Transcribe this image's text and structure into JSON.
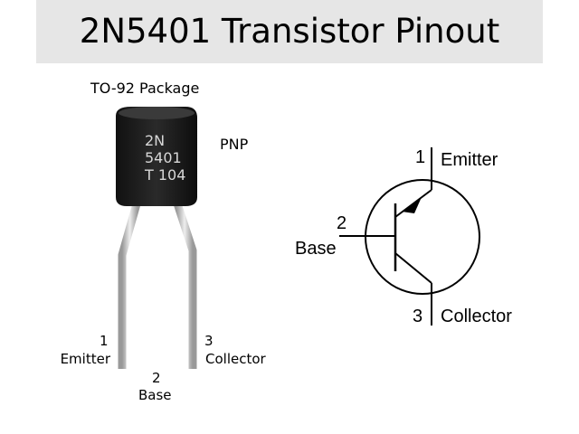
{
  "title": "2N5401 Transistor Pinout",
  "package_label": "TO-92 Package",
  "type_label": "PNP",
  "body_marking": [
    "2N",
    "5401",
    "T 104"
  ],
  "photo_pins": [
    {
      "number": "1",
      "name": "Emitter"
    },
    {
      "number": "2",
      "name": "Base"
    },
    {
      "number": "3",
      "name": "Collector"
    }
  ],
  "symbol_pins": [
    {
      "number": "1",
      "name": "Emitter"
    },
    {
      "number": "2",
      "name": "Base"
    },
    {
      "number": "3",
      "name": "Collector"
    }
  ]
}
